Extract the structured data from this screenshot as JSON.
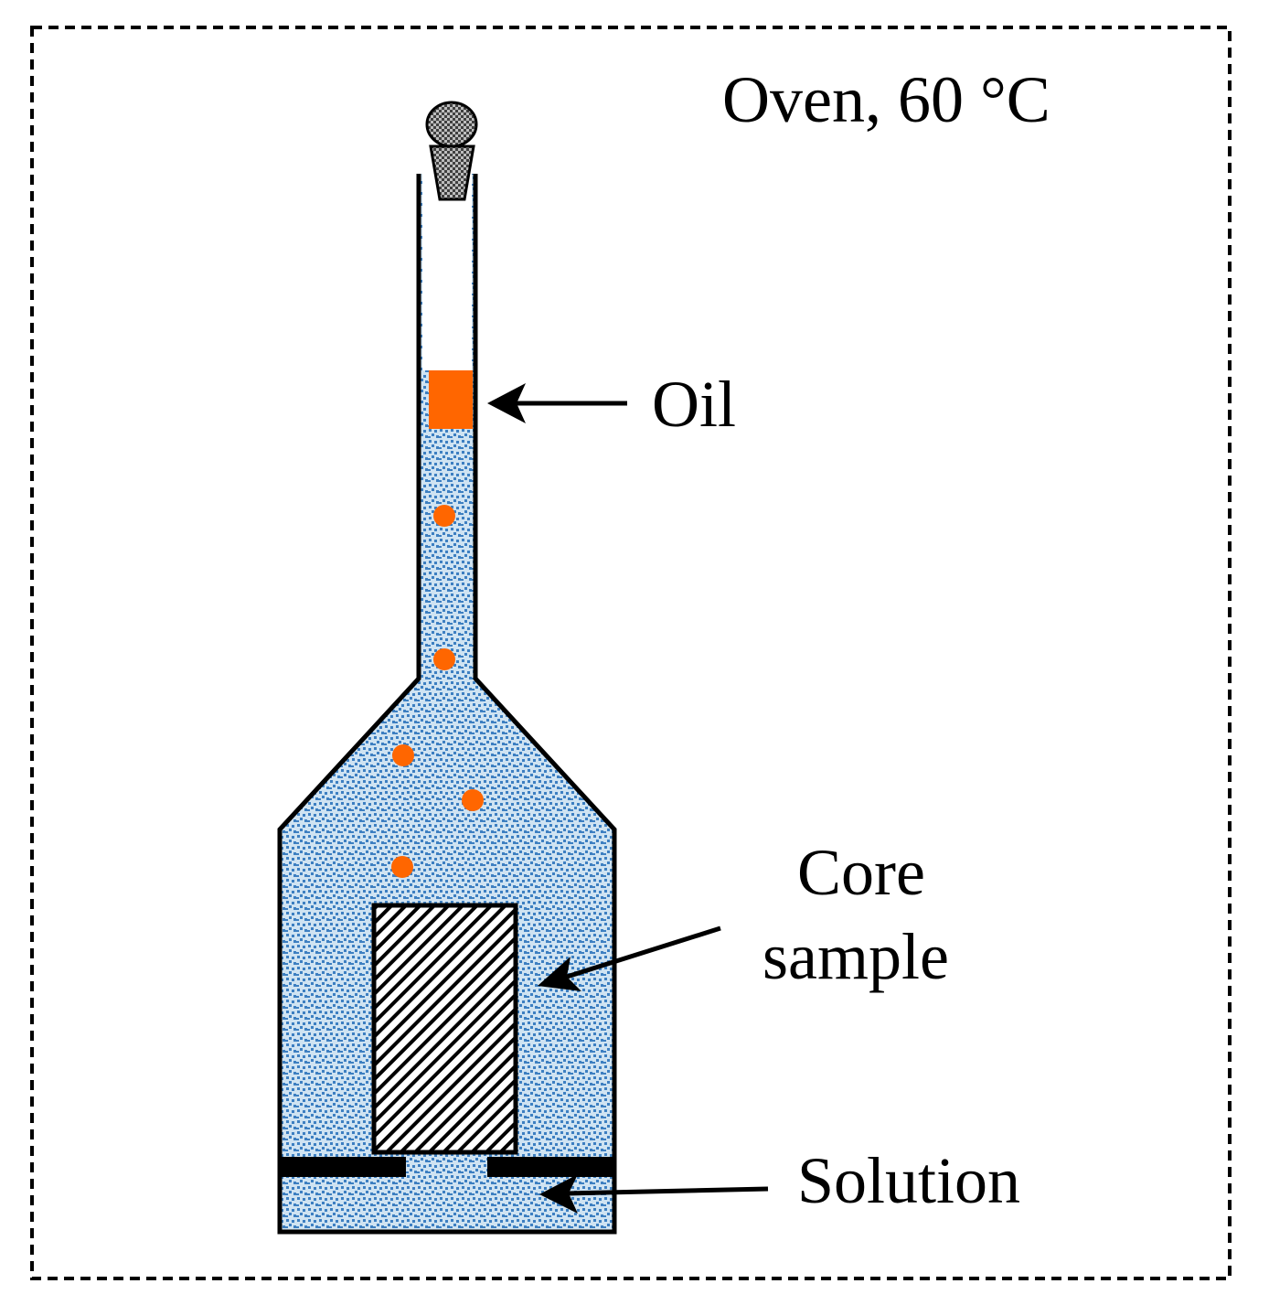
{
  "title": "Oven, 60 °C",
  "labels": {
    "oil": "Oil",
    "core_line1": "Core",
    "core_line2": "sample",
    "solution": "Solution"
  },
  "colors": {
    "solution_base": "#cfe3f2",
    "solution_dots": "#3d7fc1",
    "oil": "#ff6600",
    "outline": "#000000",
    "stopper": "#8c8c8c"
  },
  "icons": {
    "stopper": "stopper-icon",
    "core": "hatched-core-icon"
  }
}
